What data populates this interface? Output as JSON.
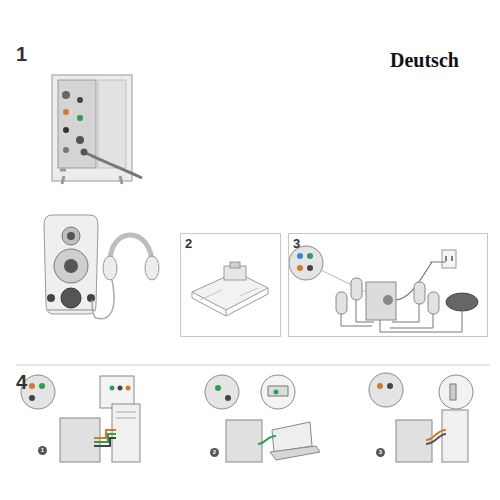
{
  "diagram": {
    "nodes": [
      {
        "text": [
          "2"
        ]
      },
      {
        "text": [
          "3"
        ]
      }
    ],
    "labels": [
      "1",
      "Deutsch",
      "4",
      "1",
      "2",
      "3"
    ]
  }
}
